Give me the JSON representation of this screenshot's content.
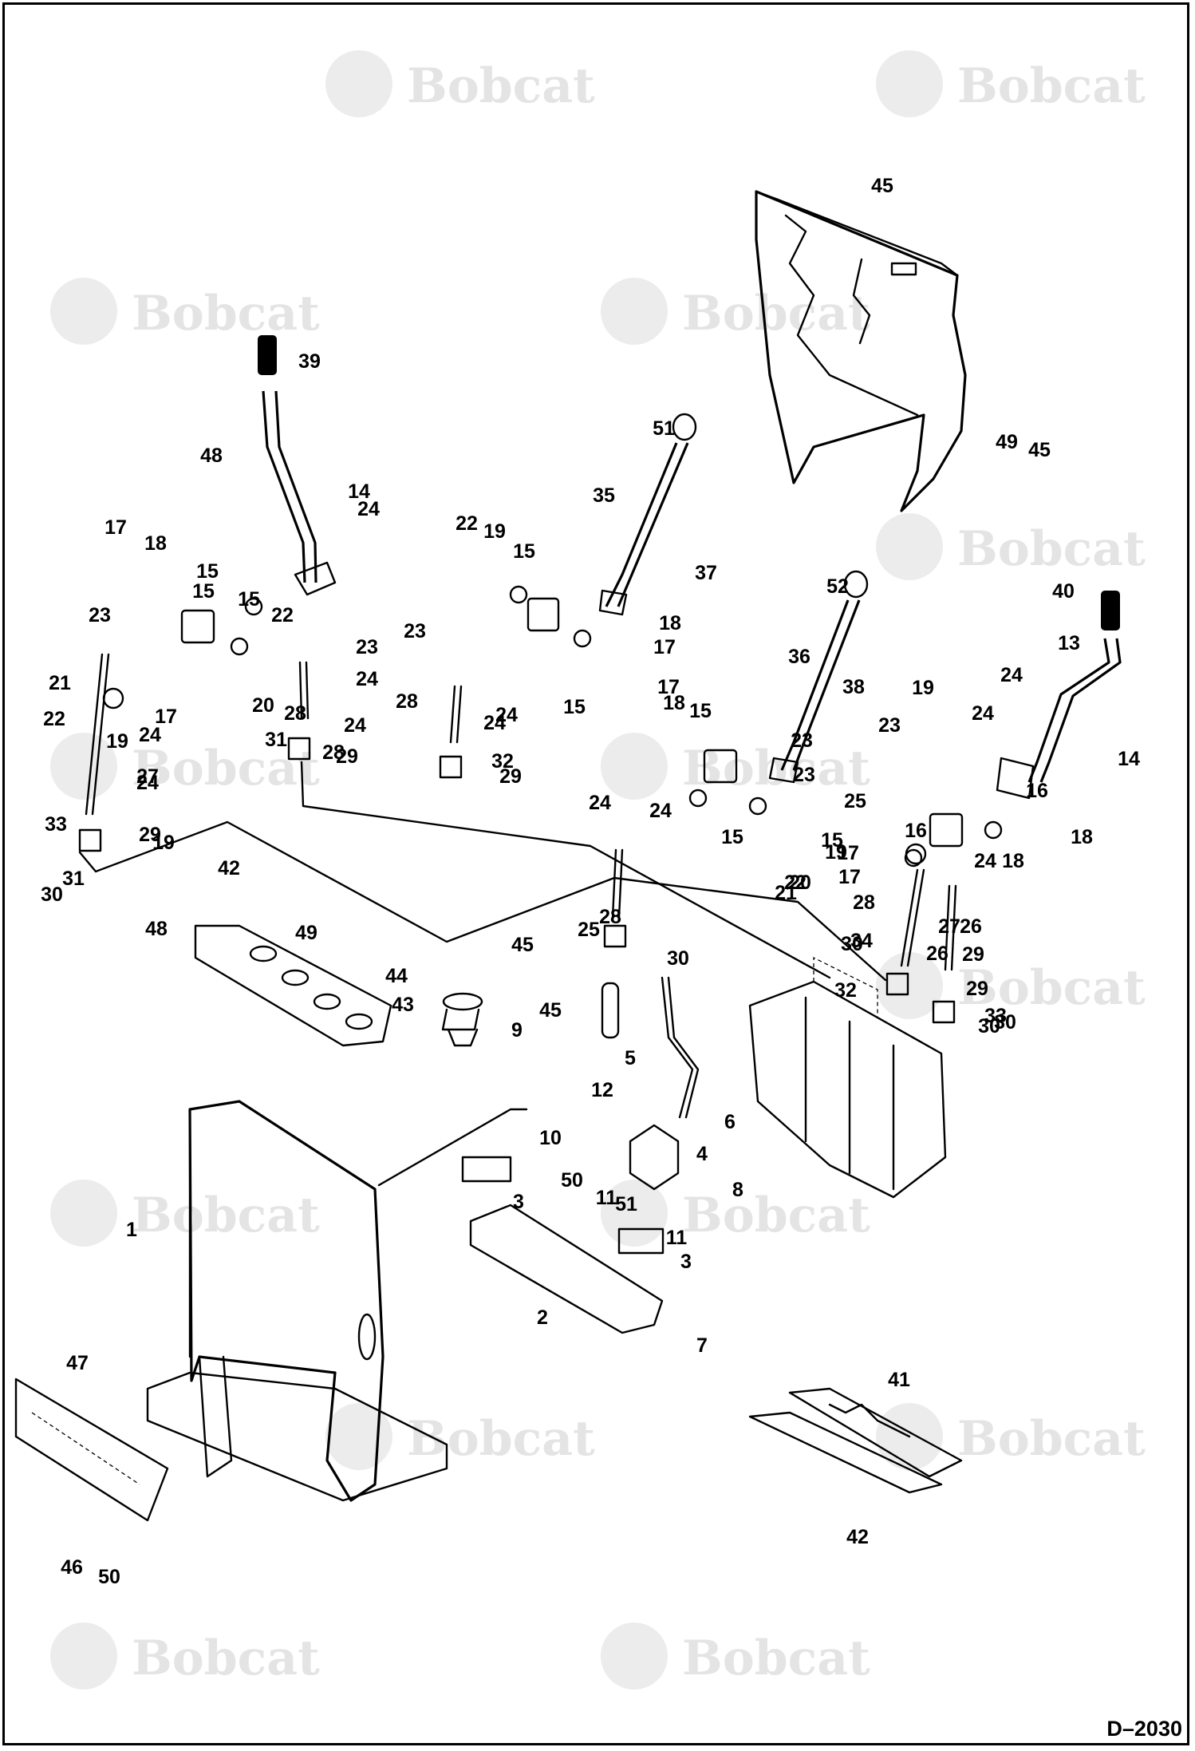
{
  "drawing": {
    "id": "D–2030",
    "watermark": "Bobcat"
  },
  "colors": {
    "ink": "#000000",
    "watermark": "#e4e4e4",
    "background": "#ffffff"
  },
  "callouts": [
    "1",
    "2",
    "3",
    "3",
    "4",
    "5",
    "6",
    "7",
    "8",
    "9",
    "10",
    "11",
    "11",
    "12",
    "13",
    "14",
    "14",
    "15",
    "15",
    "15",
    "15",
    "15",
    "15",
    "15",
    "15",
    "16",
    "16",
    "17",
    "17",
    "17",
    "17",
    "17",
    "17",
    "18",
    "18",
    "18",
    "18",
    "18",
    "19",
    "19",
    "19",
    "19",
    "19",
    "20",
    "20",
    "21",
    "21",
    "22",
    "22",
    "22",
    "22",
    "23",
    "23",
    "23",
    "23",
    "23",
    "23",
    "24",
    "24",
    "24",
    "24",
    "24",
    "24",
    "24",
    "24",
    "24",
    "24",
    "24",
    "24",
    "25",
    "25",
    "26",
    "26",
    "27",
    "27",
    "28",
    "28",
    "28",
    "28",
    "28",
    "29",
    "29",
    "29",
    "29",
    "29",
    "30",
    "30",
    "30",
    "30",
    "30",
    "31",
    "31",
    "32",
    "32",
    "33",
    "33",
    "34",
    "35",
    "36",
    "37",
    "38",
    "39",
    "40",
    "41",
    "42",
    "42",
    "43",
    "44",
    "45",
    "45",
    "45",
    "45",
    "46",
    "47",
    "48",
    "48",
    "49",
    "49",
    "50",
    "50",
    "51",
    "51",
    "52"
  ]
}
